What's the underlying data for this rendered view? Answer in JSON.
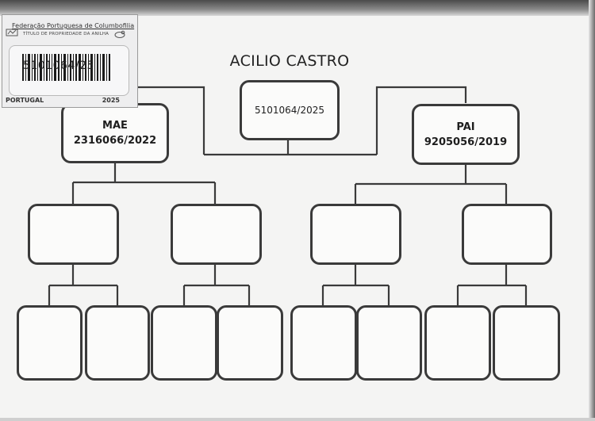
{
  "title": "ACILIO CASTRO",
  "subject": {
    "ring": "5101064/2025"
  },
  "mother": {
    "label": "MAE",
    "ring": "2316066/2022"
  },
  "father": {
    "label": "PAI",
    "ring": "9205056/2019"
  },
  "sticker": {
    "organization": "Federação Portuguesa de Columbofilia",
    "subtitle": "TÍTULO DE PROPRIEDADE DA ANILHA",
    "ring_number": "5101064/25",
    "country": "PORTUGAL",
    "year": "2025"
  },
  "colors": {
    "box_border": "#3a3a3a",
    "line": "#3a3a3a",
    "paper": "#f4f4f3"
  }
}
